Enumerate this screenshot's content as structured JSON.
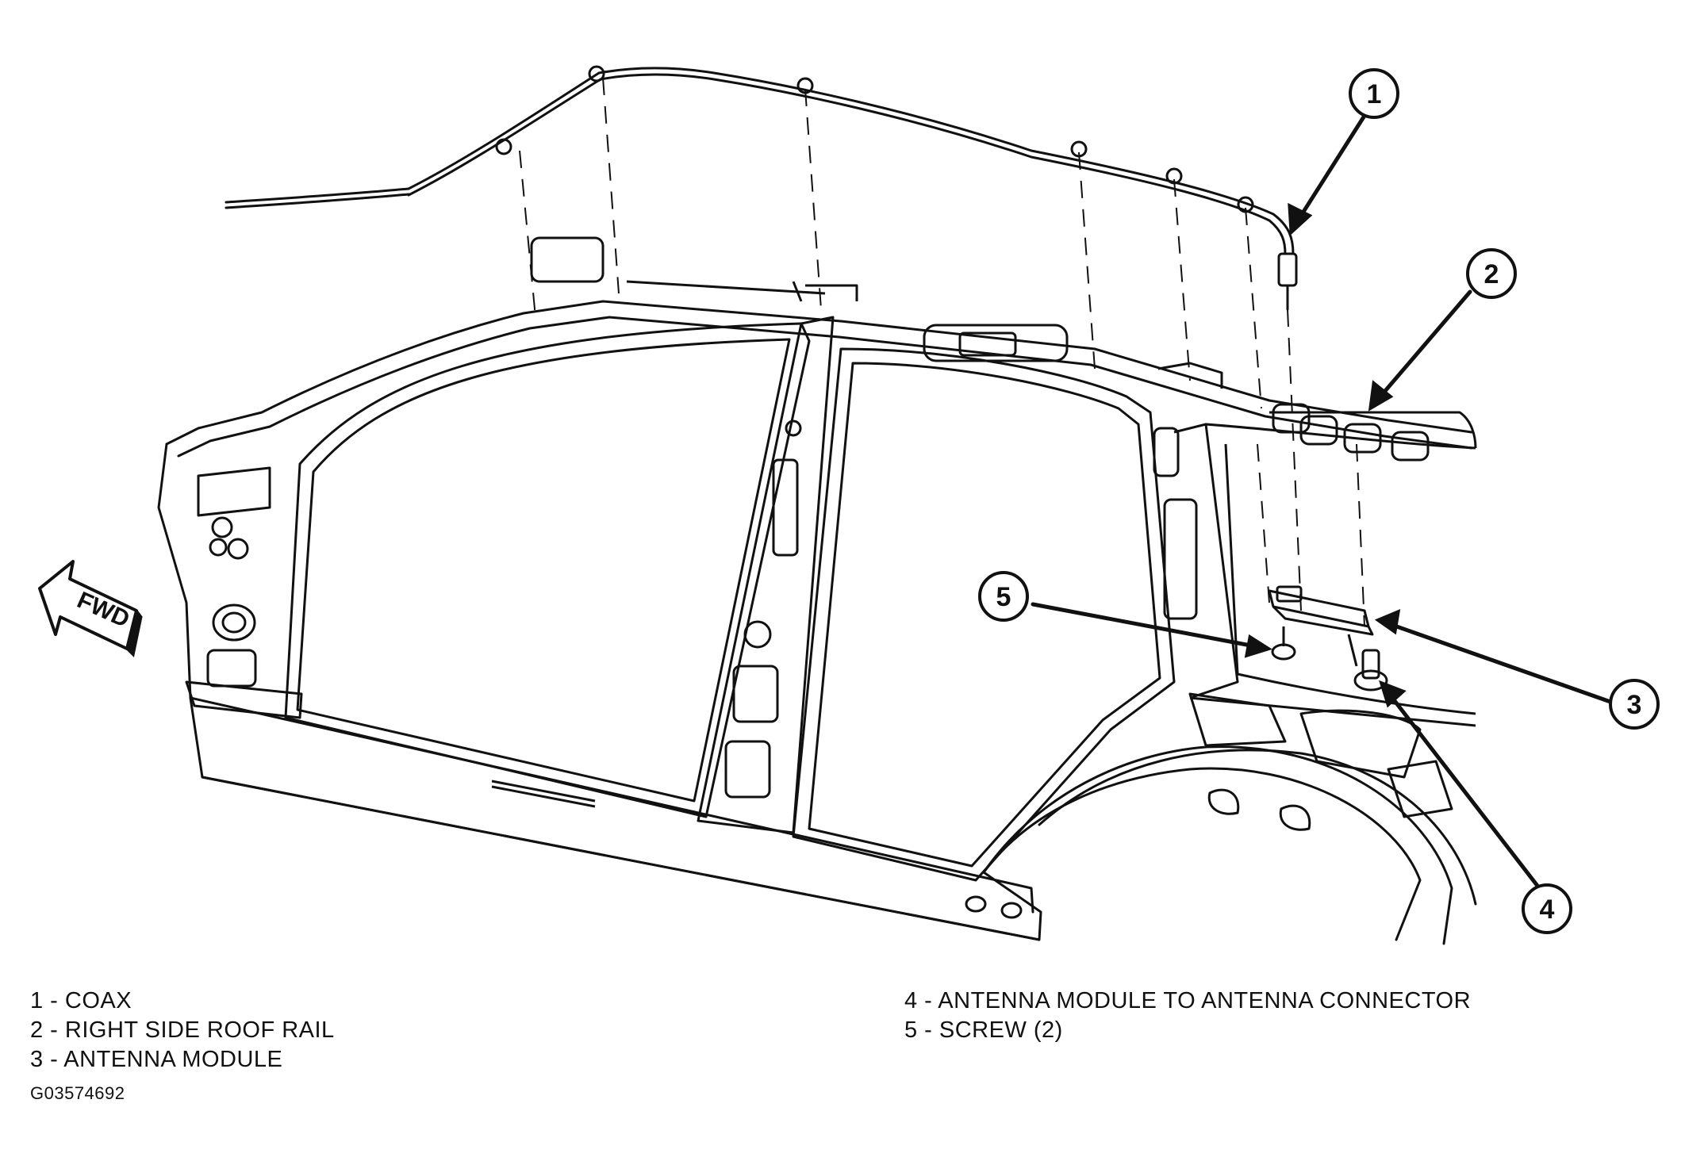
{
  "fwd_label": "FWD",
  "callouts": [
    {
      "number": "1"
    },
    {
      "number": "2"
    },
    {
      "number": "3"
    },
    {
      "number": "4"
    },
    {
      "number": "5"
    }
  ],
  "legend": {
    "left": [
      "1 - COAX",
      "2 - RIGHT SIDE ROOF RAIL",
      "3 - ANTENNA MODULE"
    ],
    "right": [
      "4 - ANTENNA MODULE TO ANTENNA CONNECTOR",
      "5 - SCREW (2)"
    ]
  },
  "figure_id": "G03574692"
}
